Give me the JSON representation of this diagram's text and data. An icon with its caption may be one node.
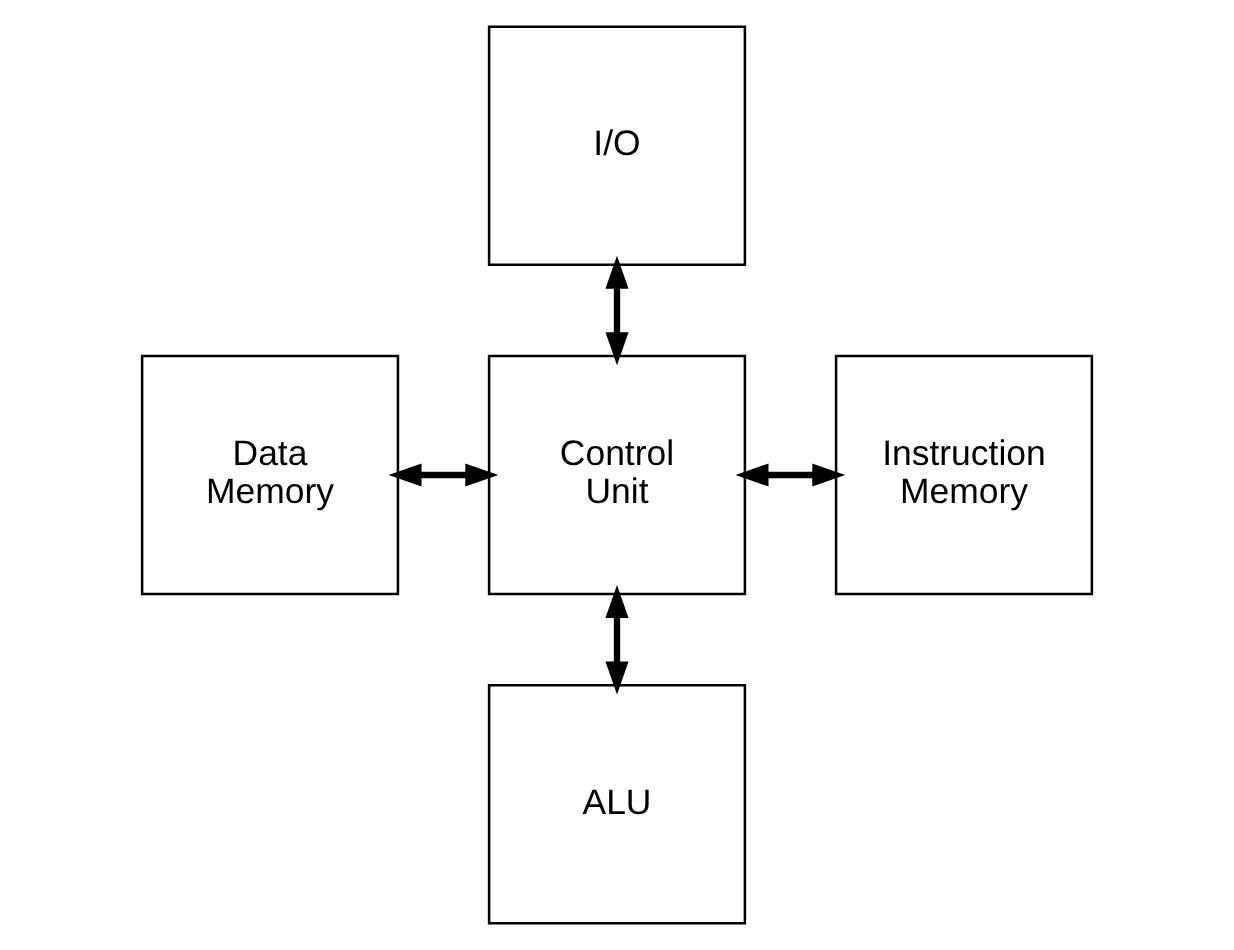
{
  "diagram": {
    "nodes": [
      {
        "text": [
          "I/O"
        ]
      },
      {
        "text": [
          "Data Memory"
        ]
      },
      {
        "text": [
          "Control Unit"
        ]
      },
      {
        "text": [
          "Instruction Memory"
        ]
      },
      {
        "text": [
          "ALU"
        ]
      }
    ],
    "edges": [
      {
        "from": 0,
        "to": 2,
        "arrow": "both"
      },
      {
        "from": 1,
        "to": 2,
        "arrow": "both"
      },
      {
        "from": 2,
        "to": 3,
        "arrow": "both"
      },
      {
        "from": 2,
        "to": 4,
        "arrow": "both"
      }
    ]
  }
}
